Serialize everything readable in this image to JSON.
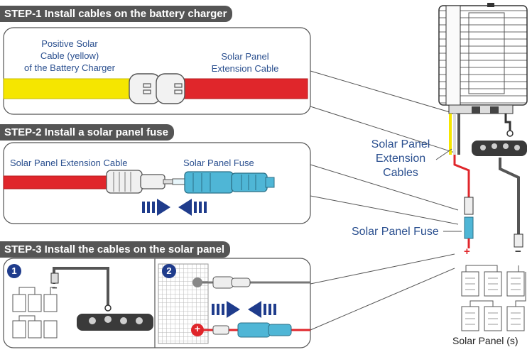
{
  "steps": [
    {
      "title": "STEP-1 Install cables on the battery charger"
    },
    {
      "title": "STEP-2 Install a solar panel fuse"
    },
    {
      "title": "STEP-3 Install the cables on the solar panel"
    }
  ],
  "step1": {
    "positive_cable_label": "Positive Solar\nCable (yellow)\nof the Battery Charger",
    "extension_cable_label": "Solar Panel\nExtension Cable"
  },
  "step2": {
    "extension_cable_label": "Solar Panel Extension Cable",
    "fuse_label": "Solar Panel Fuse"
  },
  "step3": {
    "sub1": "1",
    "sub2": "2",
    "minus_sign": "−",
    "plus_sign": "+"
  },
  "right": {
    "extension_cables_label": "Solar Panel\nExtension\nCables",
    "fuse_label": "Solar Panel Fuse",
    "panels_label": "Solar Panel (s)",
    "plus_sign": "+",
    "minus_sign": "−"
  },
  "colors": {
    "positive_cable": "#f5e600",
    "extension_cable": "#e0262b",
    "fuse": "#4fb6d6",
    "arrow": "#1f3c8c",
    "title_bg": "#555555"
  }
}
